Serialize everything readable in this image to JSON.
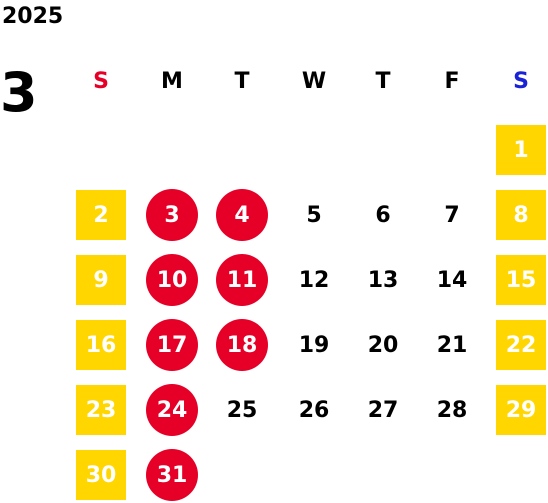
{
  "year": "2025",
  "month": "3",
  "colors": {
    "square_bg": "#FFD600",
    "circle_bg": "#E60027",
    "sunday_label": "#E60027",
    "saturday_label": "#1A22D6",
    "text_dark": "#000000",
    "text_light": "#FFFFFF"
  },
  "weekdays": [
    "S",
    "M",
    "T",
    "W",
    "T",
    "F",
    "S"
  ],
  "days": [
    {
      "n": "1",
      "style": "square"
    },
    {
      "n": "2",
      "style": "square"
    },
    {
      "n": "3",
      "style": "circle"
    },
    {
      "n": "4",
      "style": "circle"
    },
    {
      "n": "5",
      "style": "plain"
    },
    {
      "n": "6",
      "style": "plain"
    },
    {
      "n": "7",
      "style": "plain"
    },
    {
      "n": "8",
      "style": "square"
    },
    {
      "n": "9",
      "style": "square"
    },
    {
      "n": "10",
      "style": "circle"
    },
    {
      "n": "11",
      "style": "circle"
    },
    {
      "n": "12",
      "style": "plain"
    },
    {
      "n": "13",
      "style": "plain"
    },
    {
      "n": "14",
      "style": "plain"
    },
    {
      "n": "15",
      "style": "square"
    },
    {
      "n": "16",
      "style": "square"
    },
    {
      "n": "17",
      "style": "circle"
    },
    {
      "n": "18",
      "style": "circle"
    },
    {
      "n": "19",
      "style": "plain"
    },
    {
      "n": "20",
      "style": "plain"
    },
    {
      "n": "21",
      "style": "plain"
    },
    {
      "n": "22",
      "style": "square"
    },
    {
      "n": "23",
      "style": "square"
    },
    {
      "n": "24",
      "style": "circle"
    },
    {
      "n": "25",
      "style": "plain"
    },
    {
      "n": "26",
      "style": "plain"
    },
    {
      "n": "27",
      "style": "plain"
    },
    {
      "n": "28",
      "style": "plain"
    },
    {
      "n": "29",
      "style": "square"
    },
    {
      "n": "30",
      "style": "square"
    },
    {
      "n": "31",
      "style": "circle"
    }
  ]
}
